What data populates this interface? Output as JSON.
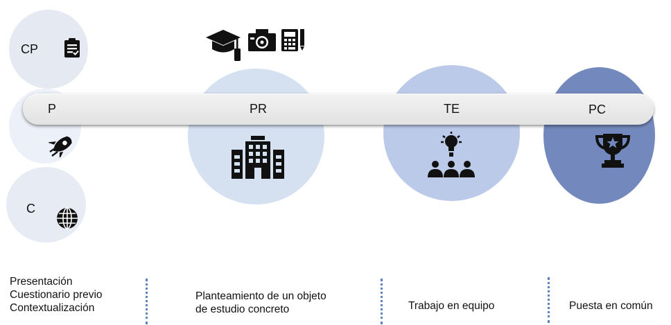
{
  "phases": {
    "cp": {
      "label": "CP",
      "icon": "clipboard-checklist-icon"
    },
    "p": {
      "label": "P",
      "icon": "rocket-icon"
    },
    "c": {
      "label": "C",
      "icon": "globe-icon"
    },
    "pr": {
      "label": "PR",
      "icon": "building-icon",
      "extra_icons": [
        "graduation-cap-icon",
        "camera-icon",
        "calculator-pencil-icon"
      ]
    },
    "te": {
      "label": "TE",
      "icon": "teamwork-idea-icon"
    },
    "pc": {
      "label": "PC",
      "icon": "trophy-icon"
    }
  },
  "descriptions": {
    "col1": [
      "Presentación",
      "Cuestionario previo",
      "Contextualización"
    ],
    "col2": [
      "Planteamiento de un objeto",
      "de estudio concreto"
    ],
    "col3": "Trabajo en equipo",
    "col4": "Puesta en común"
  },
  "colors": {
    "light_circle": "#e5e9f2",
    "pr_circle": "#d5e0f1",
    "te_circle": "#bccaea",
    "pc_circle": "#7388bd",
    "separator": "#5b82c4"
  }
}
